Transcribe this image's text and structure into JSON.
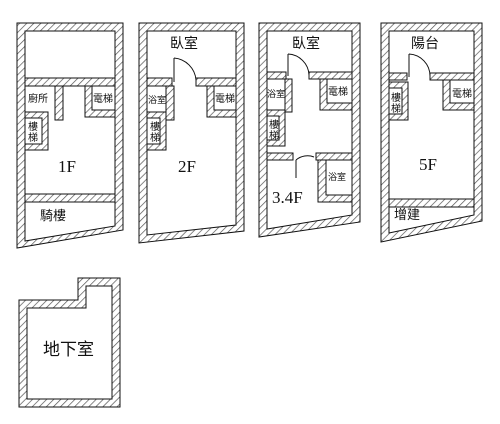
{
  "colors": {
    "wall_fill": "#ffffff",
    "wall_stroke": "#111111",
    "hatch": "#555555"
  },
  "floor_1f": {
    "label": "1F",
    "kitchen": "廚所",
    "elevator": "電梯",
    "stairs_1": "樓",
    "stairs_2": "梯",
    "arcade": "騎樓"
  },
  "floor_2f": {
    "label": "2F",
    "bedroom": "臥室",
    "bath": "浴室",
    "elevator": "電梯",
    "stairs_1": "樓",
    "stairs_2": "梯"
  },
  "floor_34f": {
    "label": "3.4F",
    "bedroom": "臥室",
    "bath_top": "浴室",
    "bath_bottom": "浴室",
    "elevator": "電梯",
    "stairs_1": "樓",
    "stairs_2": "梯"
  },
  "floor_5f": {
    "label": "5F",
    "balcony": "陽台",
    "elevator": "電梯",
    "stairs_1": "樓",
    "stairs_2": "梯",
    "addition": "增建"
  },
  "basement": {
    "label": "地下室"
  }
}
